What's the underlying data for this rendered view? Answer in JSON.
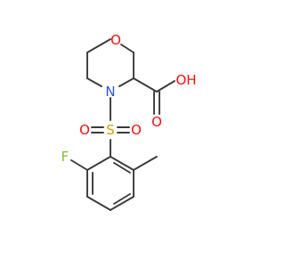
{
  "molecule": {
    "atoms": {
      "O_ring": {
        "symbol": "O",
        "color": "#ff0d0d"
      },
      "N_ring": {
        "symbol": "N",
        "color": "#3050f8"
      },
      "OH_acid": {
        "symbol": "OH",
        "color": "#ff0d0d"
      },
      "O_carbonyl": {
        "symbol": "O",
        "color": "#ff0d0d"
      },
      "S": {
        "symbol": "S",
        "color": "#c8a000"
      },
      "O_sulfonyl_left": {
        "symbol": "O",
        "color": "#ff0d0d"
      },
      "O_sulfonyl_right": {
        "symbol": "O",
        "color": "#ff0d0d"
      },
      "F": {
        "symbol": "F",
        "color": "#7fbf2f"
      }
    },
    "bond_color": "#3a3a3a"
  }
}
